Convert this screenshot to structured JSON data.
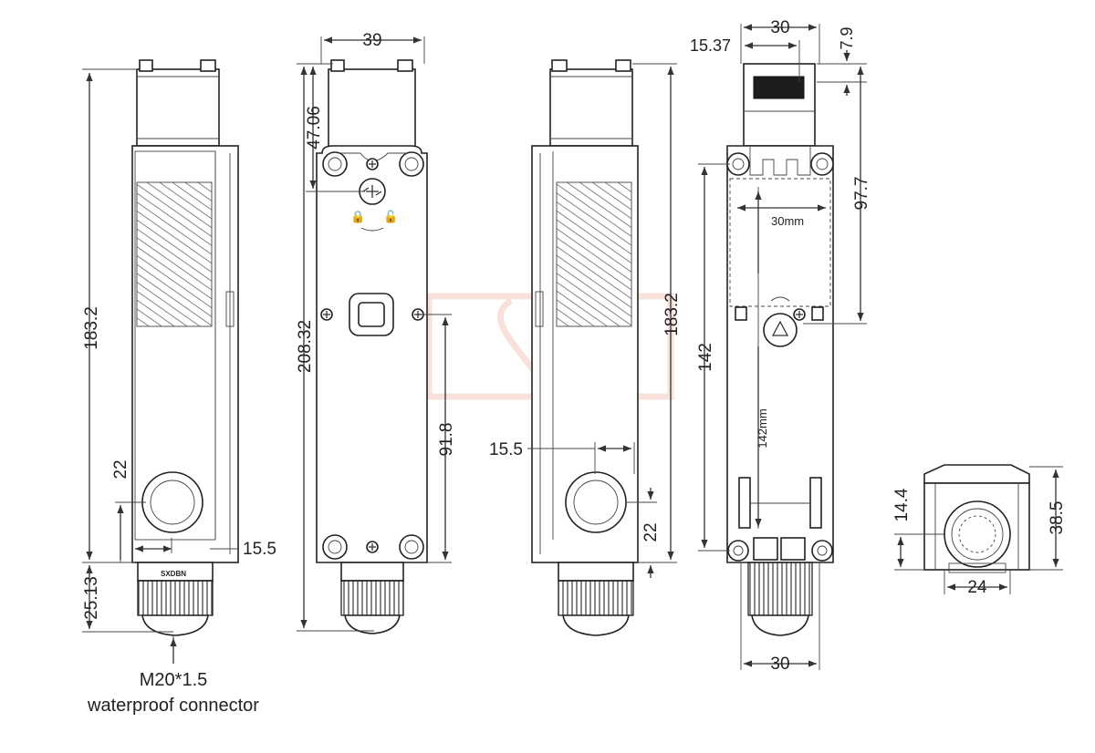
{
  "dimensions": {
    "view1_height": "183.2",
    "view1_connector": "25.13",
    "view1_offset": "22",
    "view1_width_small": "15.5",
    "view2_width": "39",
    "view2_top": "47.06",
    "view2_total": "208.32",
    "view2_lower": "91.8",
    "view3_height": "183.2",
    "view3_offset_w": "15.5",
    "view3_offset_h": "22",
    "view4_width_top": "30",
    "view4_key_offset": "15.37",
    "view4_key_height": "7.9",
    "view4_upper": "97.7",
    "view4_lower": "142",
    "view4_width_bottom": "30",
    "view5_height_small": "14.4",
    "view5_height": "38.5",
    "view5_width": "24"
  },
  "inner_notes": {
    "horizontal": "30mm",
    "vertical": "142mm"
  },
  "label_plate": "SXDBN",
  "caption": {
    "line1": "M20*1.5",
    "line2": "waterproof connector"
  },
  "watermark": "ESPE"
}
